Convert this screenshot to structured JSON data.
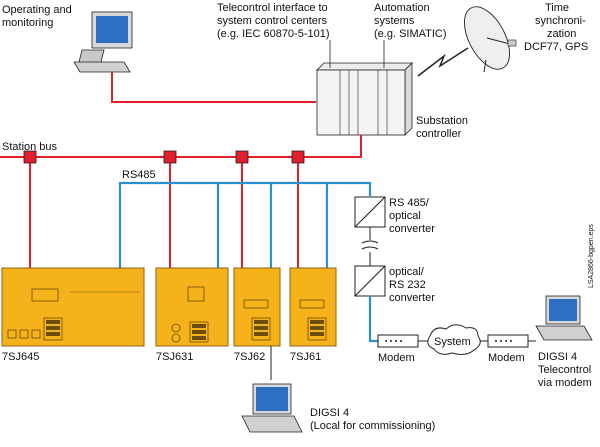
{
  "labels": {
    "operating": [
      "Operating and",
      "monitoring"
    ],
    "telecontrol": [
      "Telecontrol interface to",
      "system control centers",
      "(e.g. IEC 60870-5-101)"
    ],
    "automation": [
      "Automation",
      "systems",
      "(e.g. SIMATIC)"
    ],
    "time_sync": [
      "Time",
      "synchroni-",
      "zation",
      "DCF77, GPS"
    ],
    "substation": [
      "Substation",
      "controller"
    ],
    "station_bus": "Station bus",
    "rs485": "RS485",
    "conv1": [
      "RS 485/",
      "optical",
      "converter"
    ],
    "conv2": [
      "optical/",
      "RS 232",
      "converter"
    ],
    "doc_id": "LSA2866-bgpen.eps",
    "devices": [
      "7SJ645",
      "7SJ631",
      "7SJ62",
      "7SJ61"
    ],
    "modem_left": "Modem",
    "system": "System",
    "modem_right": "Modem",
    "digsi_tele": [
      "DIGSI 4",
      "Telecontrol",
      "via modem"
    ],
    "digsi_local": [
      "DIGSI 4",
      "(Local for commissioning)"
    ]
  },
  "colors": {
    "station_bus": "#e0202a",
    "rs485": "#2a8fd0",
    "device": "#f5b21b",
    "device_dark": "#8a6510",
    "monitor": "#2e6fc4",
    "line": "#222222"
  },
  "icons": [
    "computer-icon",
    "satellite-dish-icon",
    "lightning-icon",
    "switch-icon",
    "converter-icon",
    "modem-icon",
    "cloud-icon",
    "laptop-icon"
  ]
}
